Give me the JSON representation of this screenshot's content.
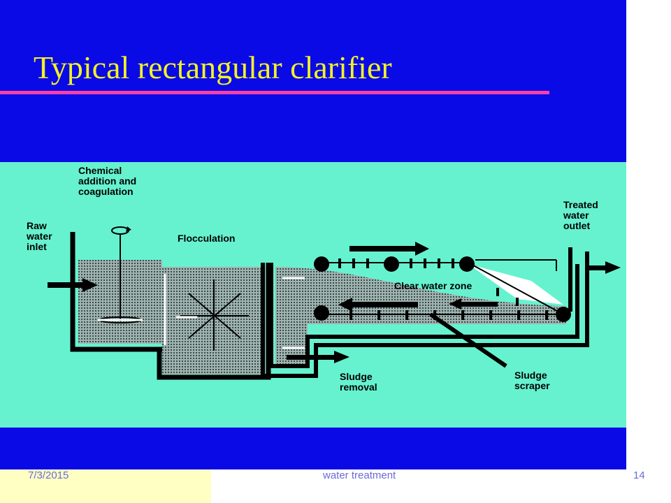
{
  "slide": {
    "title": "Typical rectangular clarifier",
    "colors": {
      "background": "#0a0ae6",
      "title": "#f2f226",
      "title_rule": "#ff3fa6",
      "diagram_panel": "#66f2cf",
      "water": "#7f9c97",
      "footer_bar": "#ffffc4",
      "footer_text": "#6b6bd6"
    }
  },
  "diagram": {
    "labels": {
      "chemical_addition": "Chemical\naddition and\ncoagulation",
      "raw_water_inlet": "Raw\nwater\ninlet",
      "flocculation": "Flocculation",
      "treated_water_outlet": "Treated\nwater\noutlet",
      "clear_water_zone": "Clear water zone",
      "sludge_removal": "Sludge\nremoval",
      "sludge_scraper": "Sludge\nscraper"
    },
    "icons": [
      "rotation-arrow-icon",
      "inlet-arrow-icon",
      "outlet-arrow-icon",
      "flow-arrow-icon"
    ]
  },
  "footer": {
    "date": "7/3/2015",
    "subject": "water treatment",
    "page_number": "14"
  }
}
